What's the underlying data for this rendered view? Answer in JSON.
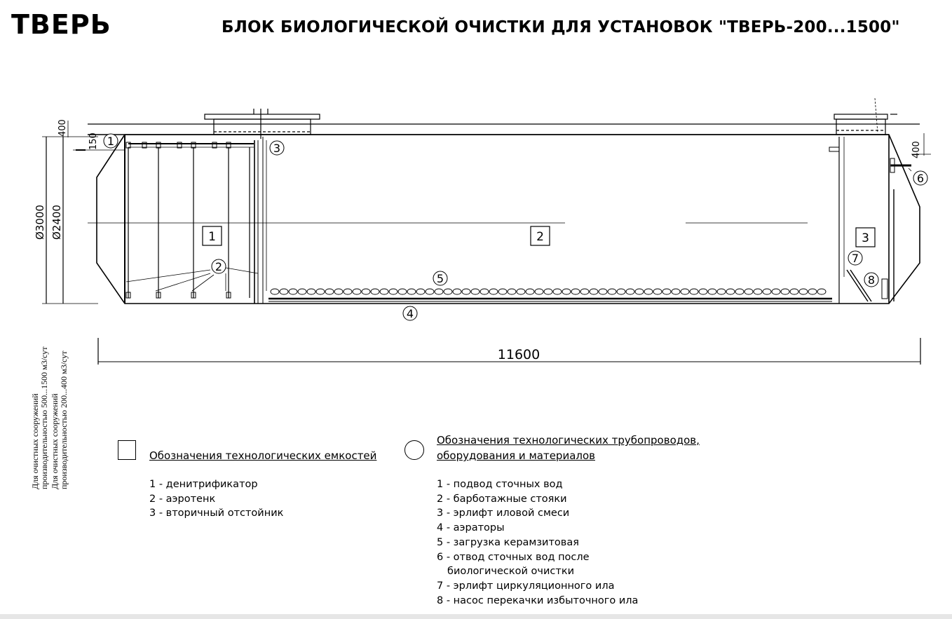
{
  "header": {
    "logo": "ТВЕРЬ",
    "title": "БЛОК БИОЛОГИЧЕСКОЙ ОЧИСТКИ ДЛЯ УСТАНОВОК \"ТВЕРЬ-200...1500\""
  },
  "drawing": {
    "dims": {
      "length": "11600",
      "d_outer": "Ø3000",
      "d_inner": "Ø2400",
      "top_left": "400",
      "inlet": "150",
      "right": "400"
    },
    "zones": [
      "1",
      "2",
      "3"
    ],
    "callouts": [
      "1",
      "2",
      "3",
      "4",
      "5",
      "6",
      "7",
      "8"
    ],
    "side_notes": [
      "Для очистных сооружений",
      "производительностью 500...1500 м3/сут",
      "Для очистных сооружений",
      "производительностью 200...400 м3/сут"
    ]
  },
  "legend": {
    "tanks": {
      "heading": "Обозначения технологических емкостей",
      "items": [
        "1 - денитрификатор",
        "2 - аэротенк",
        "3 - вторичный отстойник"
      ]
    },
    "equipment": {
      "heading_line1": "Обозначения технологических трубопроводов,",
      "heading_line2": "оборудования и материалов",
      "items": [
        "1 - подвод сточных вод",
        "2 - барботажные стояки",
        "3 - эрлифт иловой смеси",
        "4 - аэраторы",
        "5 - загрузка керамзитовая",
        "6 - отвод сточных вод после",
        "биологической очистки",
        "7 - эрлифт циркуляционного ила",
        "8 - насос перекачки избыточного ила"
      ]
    }
  },
  "colors": {
    "line": "#000000",
    "footer": "#e6e6e6"
  }
}
